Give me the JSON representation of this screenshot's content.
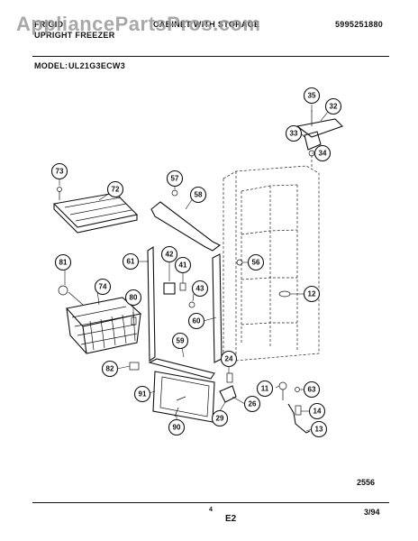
{
  "watermark": "AppliancePartsPros.com",
  "header": {
    "line1_left": "FRIGID",
    "line2_left": "UPRIGHT FREEZER",
    "line1_center": "CABINET WITH STORAGE",
    "code": "5995251880",
    "model_label": "MODEL:",
    "model_value": "UL21G3ECW3"
  },
  "footer": {
    "drawing_no": "2556",
    "page_small": "4",
    "page_code": "E2",
    "date": "3/94"
  },
  "callouts": [
    {
      "id": "35",
      "label": "35"
    },
    {
      "id": "32",
      "label": "32"
    },
    {
      "id": "33",
      "label": "33"
    },
    {
      "id": "34",
      "label": "34"
    },
    {
      "id": "73",
      "label": "73"
    },
    {
      "id": "72",
      "label": "72"
    },
    {
      "id": "57",
      "label": "57"
    },
    {
      "id": "58",
      "label": "58"
    },
    {
      "id": "81",
      "label": "81"
    },
    {
      "id": "61",
      "label": "61"
    },
    {
      "id": "42",
      "label": "42"
    },
    {
      "id": "41",
      "label": "41"
    },
    {
      "id": "56",
      "label": "56"
    },
    {
      "id": "74",
      "label": "74"
    },
    {
      "id": "80",
      "label": "80"
    },
    {
      "id": "43",
      "label": "43"
    },
    {
      "id": "12",
      "label": "12"
    },
    {
      "id": "60",
      "label": "60"
    },
    {
      "id": "59",
      "label": "59"
    },
    {
      "id": "82",
      "label": "82"
    },
    {
      "id": "24",
      "label": "24"
    },
    {
      "id": "91",
      "label": "91"
    },
    {
      "id": "11",
      "label": "11"
    },
    {
      "id": "63",
      "label": "63"
    },
    {
      "id": "26",
      "label": "26"
    },
    {
      "id": "29",
      "label": "29"
    },
    {
      "id": "14",
      "label": "14"
    },
    {
      "id": "90",
      "label": "90"
    },
    {
      "id": "13",
      "label": "13"
    }
  ]
}
